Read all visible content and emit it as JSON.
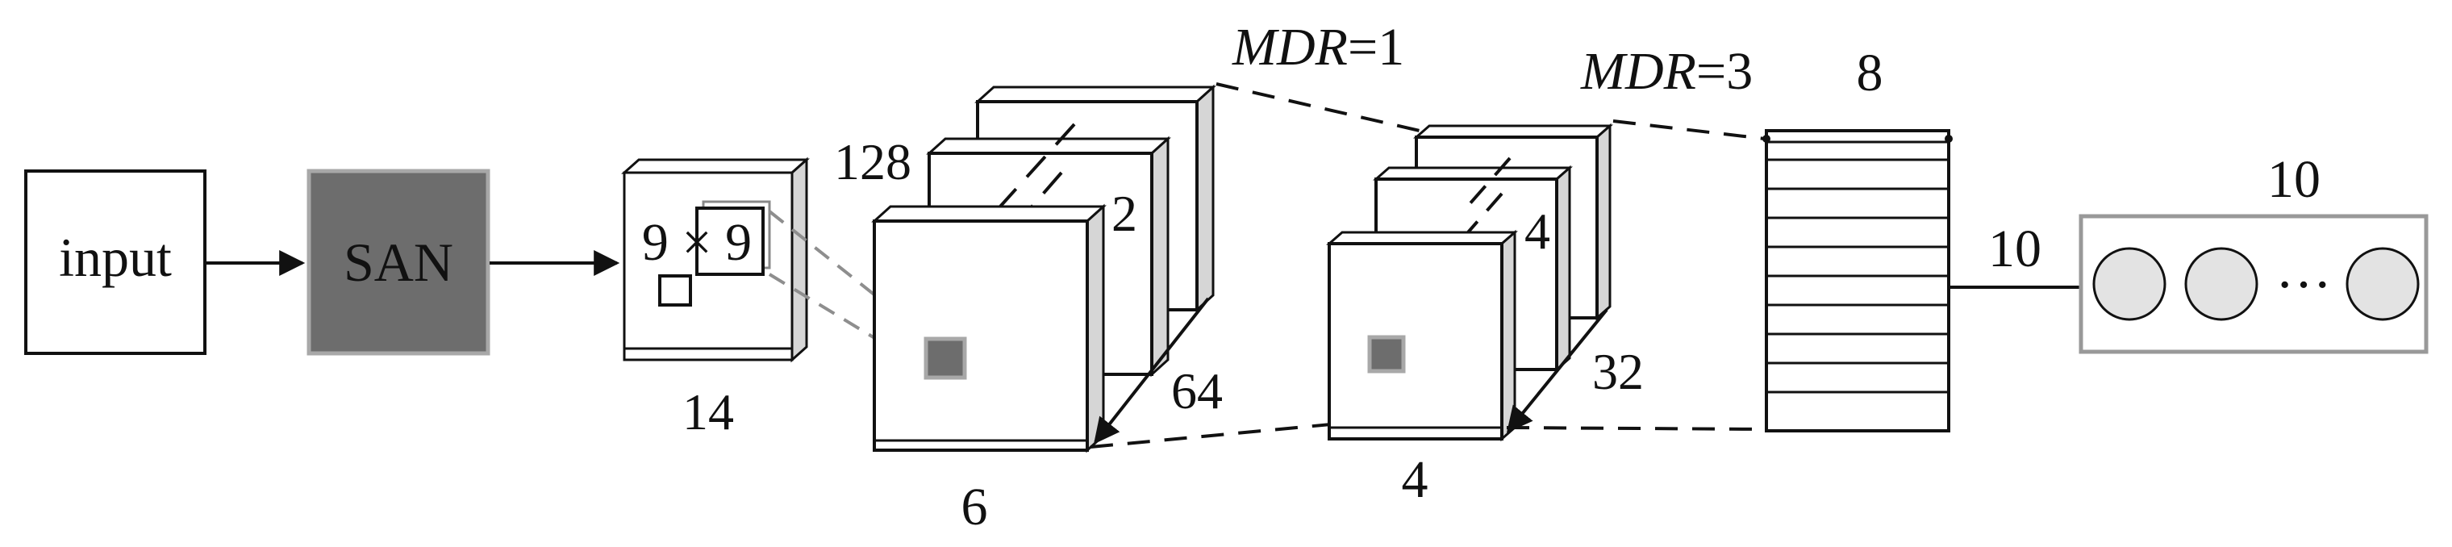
{
  "diagram": {
    "input_label": "input",
    "san_label": "SAN",
    "kernel_label": "9 × 9",
    "size_14": "14",
    "channels_128": "128",
    "truncated_label_2": "2",
    "depth_64": "64",
    "size_6": "6",
    "mdr_1": {
      "var": "MDR",
      "eq": "=1"
    },
    "mdr_3": {
      "var": "MDR",
      "eq": "=3"
    },
    "truncated_label_4": "4",
    "depth_32": "32",
    "size_4": "4",
    "width_8": "8",
    "fc_10": "10",
    "out_10": "10",
    "ellipsis": "···"
  },
  "colors": {
    "san_fill": "#6d6d6d",
    "san_border": "#a8a8a8",
    "side_gray": "#d6d6d6",
    "stroke": "#111111",
    "dash_gray": "#8e8e8e",
    "node_fill": "#e3e3e3",
    "out_box": "#999999"
  }
}
